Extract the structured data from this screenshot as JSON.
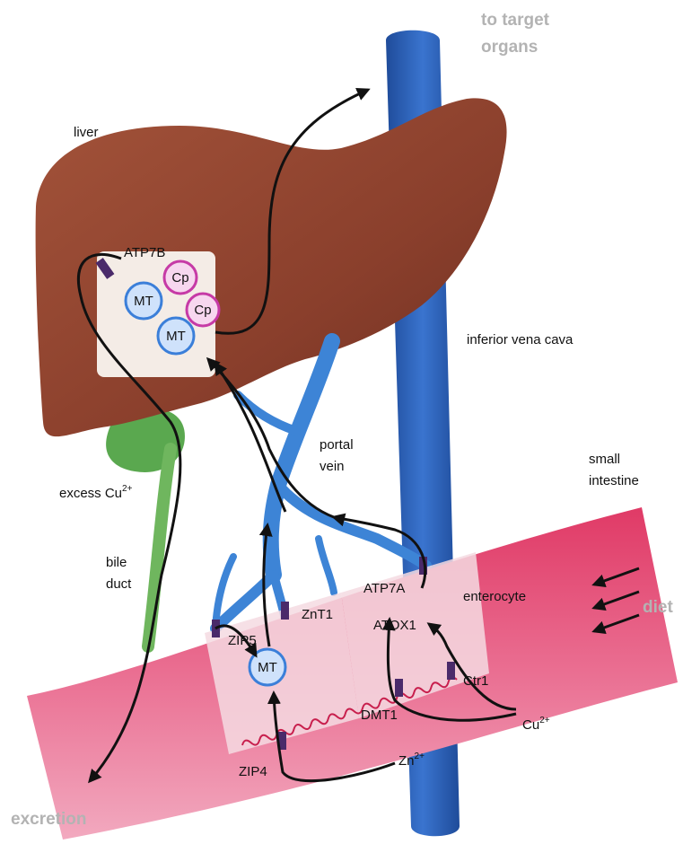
{
  "labels": {
    "to_target": "to target",
    "organs": "organs",
    "liver": "liver",
    "atp7b": "ATP7B",
    "ivc": "inferior vena cava",
    "portal": "portal",
    "vein": "vein",
    "small": "small",
    "intestine": "intestine",
    "excess_cu": "excess Cu",
    "excess_cu_sup": "2+",
    "bile": "bile",
    "duct": "duct",
    "atp7a": "ATP7A",
    "enterocyte": "enterocyte",
    "diet": "diet",
    "zip5": "ZIP5",
    "znt1": "ZnT1",
    "atox1": "ATOX1",
    "ctr1": "Ctr1",
    "dmt1": "DMT1",
    "cu": "Cu",
    "cu_sup": "2+",
    "zip4": "ZIP4",
    "zn": "Zn",
    "zn_sup": "2+",
    "excretion": "excretion"
  },
  "proteins": {
    "mt": "MT",
    "cp": "Cp"
  },
  "colors": {
    "liver": "#8a3f2c",
    "vena_cava": "#2f62b8",
    "portal_vein": "#3d84d6",
    "intestine": "#e0466e",
    "bile_duct": "#5aa84f",
    "mt_circle": "#3b7fd9",
    "cp_circle": "#c63aa6",
    "transporter": "#4a2a6a",
    "arrow": "#111111",
    "grey_label": "#b3b3b3"
  }
}
